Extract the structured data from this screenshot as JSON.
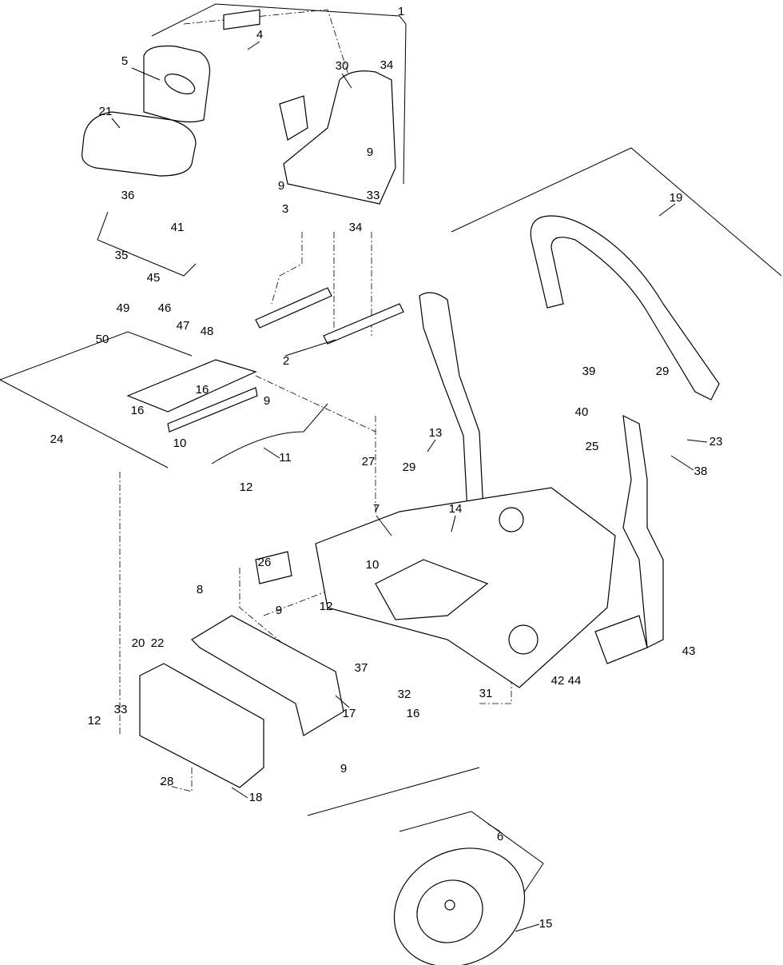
{
  "diagram": {
    "type": "exploded-parts-view",
    "callouts": [
      "1",
      "4",
      "5",
      "30",
      "34",
      "21",
      "9",
      "9",
      "36",
      "33",
      "3",
      "34",
      "41",
      "35",
      "19",
      "45",
      "49",
      "46",
      "47",
      "48",
      "50",
      "2",
      "16",
      "39",
      "29",
      "9",
      "16",
      "40",
      "23",
      "24",
      "13",
      "10",
      "25",
      "11",
      "29",
      "27",
      "38",
      "12",
      "7",
      "14",
      "26",
      "10",
      "8",
      "9",
      "12",
      "20",
      "22",
      "37",
      "43",
      "42",
      "44",
      "32",
      "31",
      "16",
      "33",
      "12",
      "17",
      "9",
      "28",
      "18",
      "6",
      "15"
    ]
  }
}
